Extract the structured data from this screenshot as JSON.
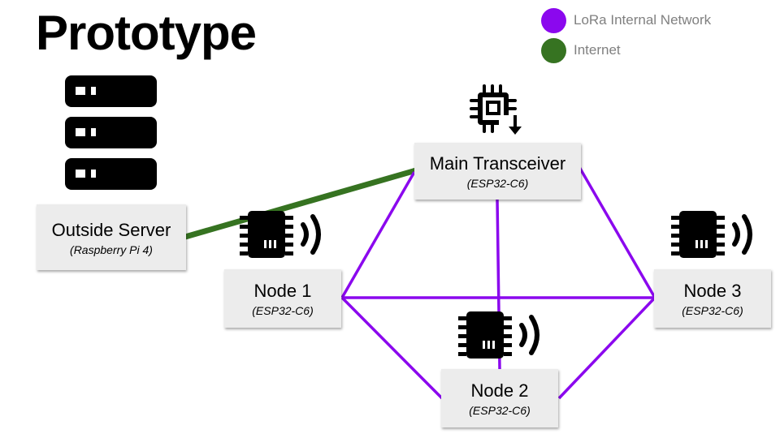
{
  "title": "Prototype",
  "legend": [
    {
      "label": "LoRa Internal Network",
      "color": "#8b08ee"
    },
    {
      "label": "Internet",
      "color": "#367321"
    }
  ],
  "nodes": {
    "server": {
      "name": "Outside Server",
      "sub": "(Raspberry Pi 4)"
    },
    "main": {
      "name": "Main Transceiver",
      "sub": "(ESP32-C6)"
    },
    "node1": {
      "name": "Node 1",
      "sub": "(ESP32-C6)"
    },
    "node2": {
      "name": "Node 2",
      "sub": "(ESP32-C6)"
    },
    "node3": {
      "name": "Node 3",
      "sub": "(ESP32-C6)"
    }
  },
  "colors": {
    "lora": "#8b08ee",
    "internet": "#367321",
    "box": "#ececec"
  },
  "icons": [
    "server-rack-icon",
    "chip-download-icon",
    "chip-wireless-icon"
  ]
}
